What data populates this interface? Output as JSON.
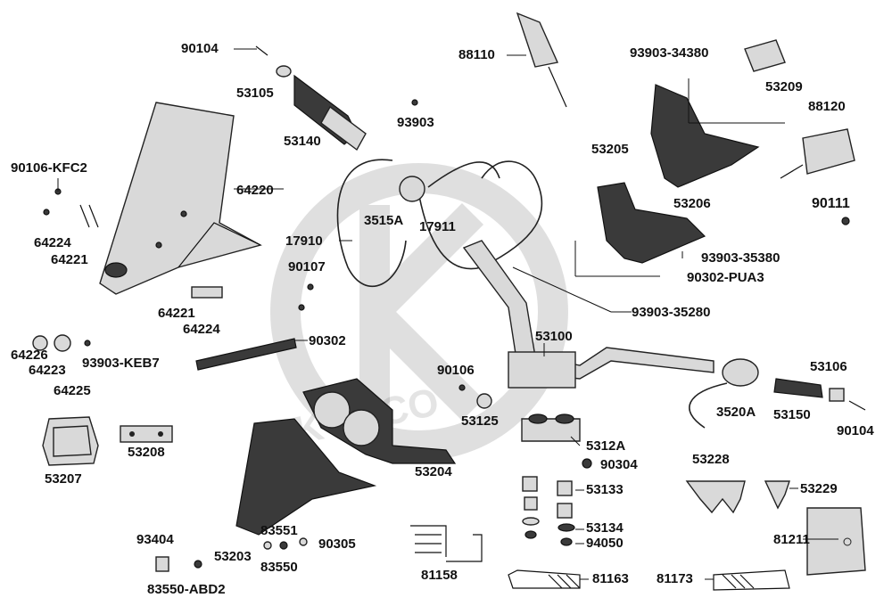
{
  "watermark": "KYMCO",
  "labels": {
    "l90104a": "90104",
    "l53105": "53105",
    "l53140": "53140",
    "l93903": "93903",
    "l88110": "88110",
    "l9390334380": "93903-34380",
    "l53209": "53209",
    "l88120": "88120",
    "l53205": "53205",
    "l90106KFC2": "90106-KFC2",
    "l64220": "64220",
    "l90111": "90111",
    "l53206": "53206",
    "l3515A": "3515A",
    "l17911": "17911",
    "l64224a": "64224",
    "l64221a": "64221",
    "l17910": "17910",
    "l9390335380": "93903-35380",
    "l90107": "90107",
    "l90302PUA3": "90302-PUA3",
    "l64221b": "64221",
    "l64224b": "64224",
    "l9390335280": "93903-35280",
    "l90302": "90302",
    "l53100": "53100",
    "l64226": "64226",
    "l64223": "64223",
    "l93903KEB7": "93903-KEB7",
    "l64225": "64225",
    "l90106": "90106",
    "l53106": "53106",
    "l3520A": "3520A",
    "l53150": "53150",
    "l53125": "53125",
    "l90104b": "90104",
    "l5312A": "5312A",
    "l53207": "53207",
    "l53208": "53208",
    "l53204": "53204",
    "l90304": "90304",
    "l53228": "53228",
    "l53133": "53133",
    "l53229": "53229",
    "l53134": "53134",
    "l94050": "94050",
    "l81211": "81211",
    "l93404": "93404",
    "l83551": "83551",
    "l90305": "90305",
    "l53203": "53203",
    "l83550": "83550",
    "l81158": "81158",
    "l81163": "81163",
    "l81173": "81173",
    "l83550ABD2": "83550-ABD2"
  }
}
